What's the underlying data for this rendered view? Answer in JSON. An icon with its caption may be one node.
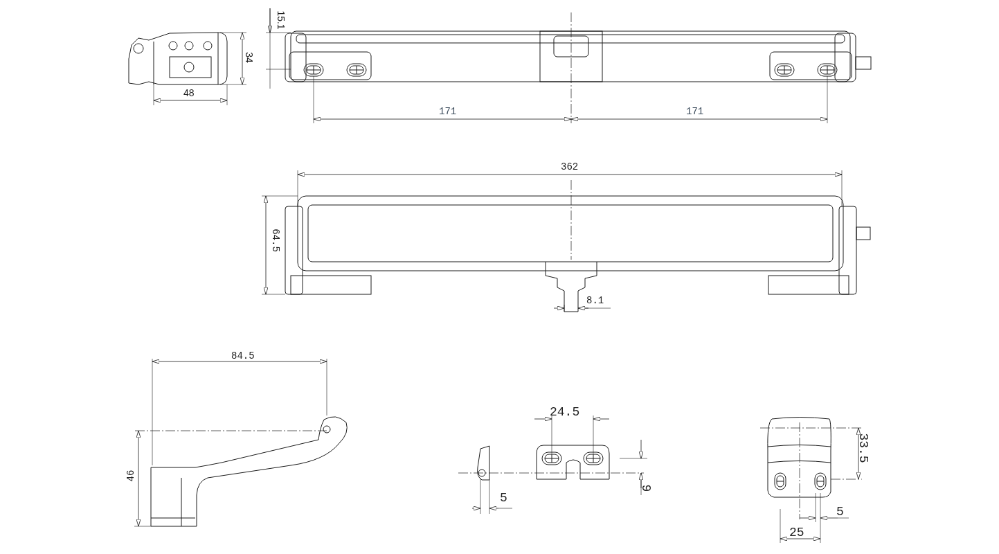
{
  "diagram": {
    "labels": [
      "15.1",
      "34",
      "48",
      "171",
      "171",
      "362",
      "64.5",
      "8.1",
      "84.5",
      "46",
      "24.5",
      "5",
      "9",
      "33.5",
      "5",
      "25"
    ]
  }
}
